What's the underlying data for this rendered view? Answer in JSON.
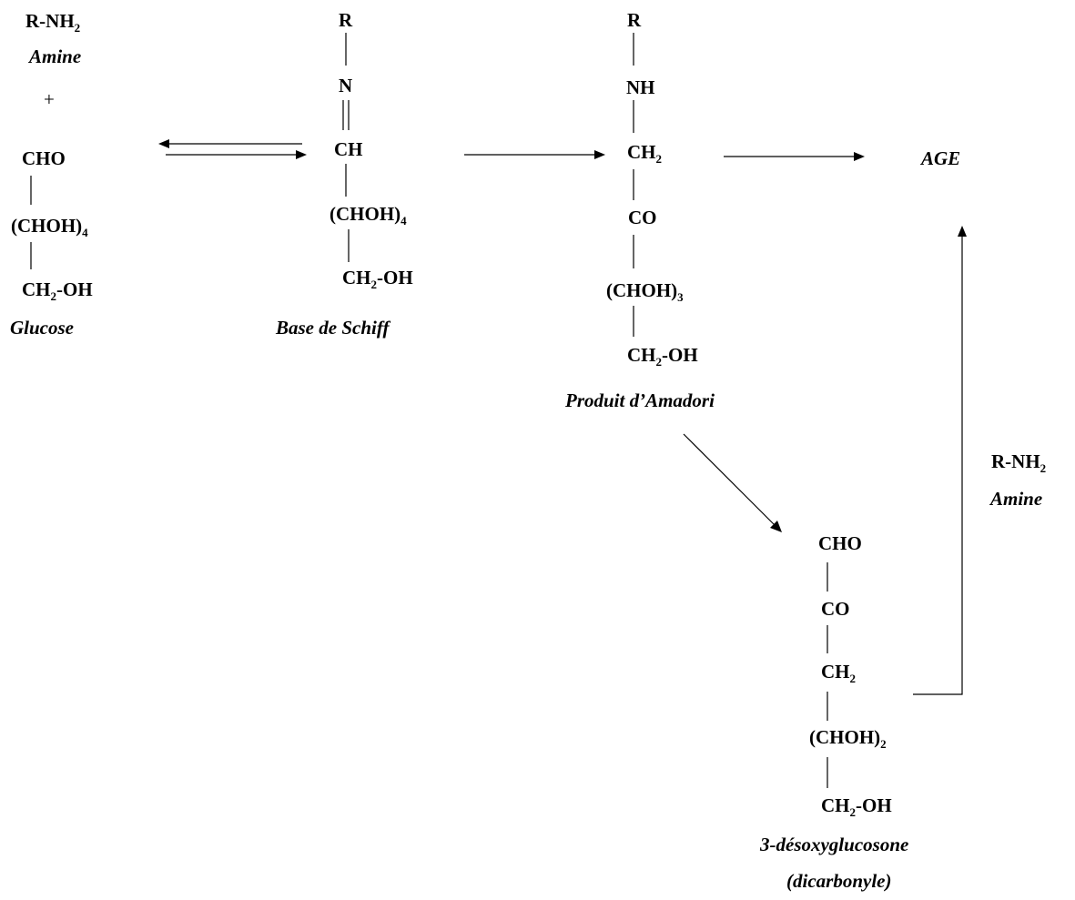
{
  "reagents": {
    "amine_formula": "R-NH",
    "amine_formula_sub": "2",
    "amine_label": "Amine",
    "plus": "+"
  },
  "glucose": {
    "c1": "CHO",
    "c2": "(CHOH)",
    "c2_sub": "4",
    "c3": "CH",
    "c3_sub": "2",
    "c3_tail": "-OH",
    "label": "Glucose"
  },
  "schiff_base": {
    "r": "R",
    "n": "N",
    "ch": "CH",
    "chain": "(CHOH)",
    "chain_sub": "4",
    "end": "CH",
    "end_sub": "2",
    "end_tail": "-OH",
    "label": "Base de Schiff"
  },
  "amadori": {
    "r": "R",
    "nh": "NH",
    "ch2": "CH",
    "ch2_sub": "2",
    "co": "CO",
    "chain": "(CHOH)",
    "chain_sub": "3",
    "end": "CH",
    "end_sub": "2",
    "end_tail": "-OH",
    "label": "Produit d’Amadori"
  },
  "age": {
    "label": "AGE"
  },
  "amine_side": {
    "formula": "R-NH",
    "formula_sub": "2",
    "label": "Amine"
  },
  "dicarbonyl": {
    "cho": "CHO",
    "co": "CO",
    "ch2": "CH",
    "ch2_sub": "2",
    "chain": "(CHOH)",
    "chain_sub": "2",
    "end": "CH",
    "end_sub": "2",
    "end_tail": "-OH",
    "label": "3-désoxyglucosone",
    "label2": "(dicarbonyle)"
  }
}
